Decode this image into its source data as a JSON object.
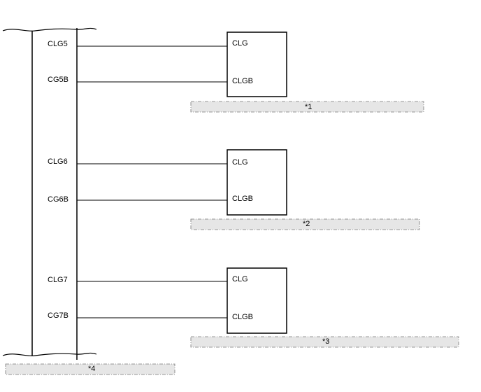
{
  "diagram": {
    "bus_connector": {
      "pins": [
        "CLG5",
        "CG5B",
        "CLG6",
        "CG6B",
        "CLG7",
        "CG7B"
      ],
      "note": "*4"
    },
    "components": [
      {
        "pins": [
          "CLG",
          "CLGB"
        ],
        "note": "*1"
      },
      {
        "pins": [
          "CLG",
          "CLGB"
        ],
        "note": "*2"
      },
      {
        "pins": [
          "CLG",
          "CLGB"
        ],
        "note": "*3"
      }
    ],
    "colors": {
      "line": "#000000",
      "note_fill": "#e6e6e6",
      "note_border": "#777777"
    }
  }
}
